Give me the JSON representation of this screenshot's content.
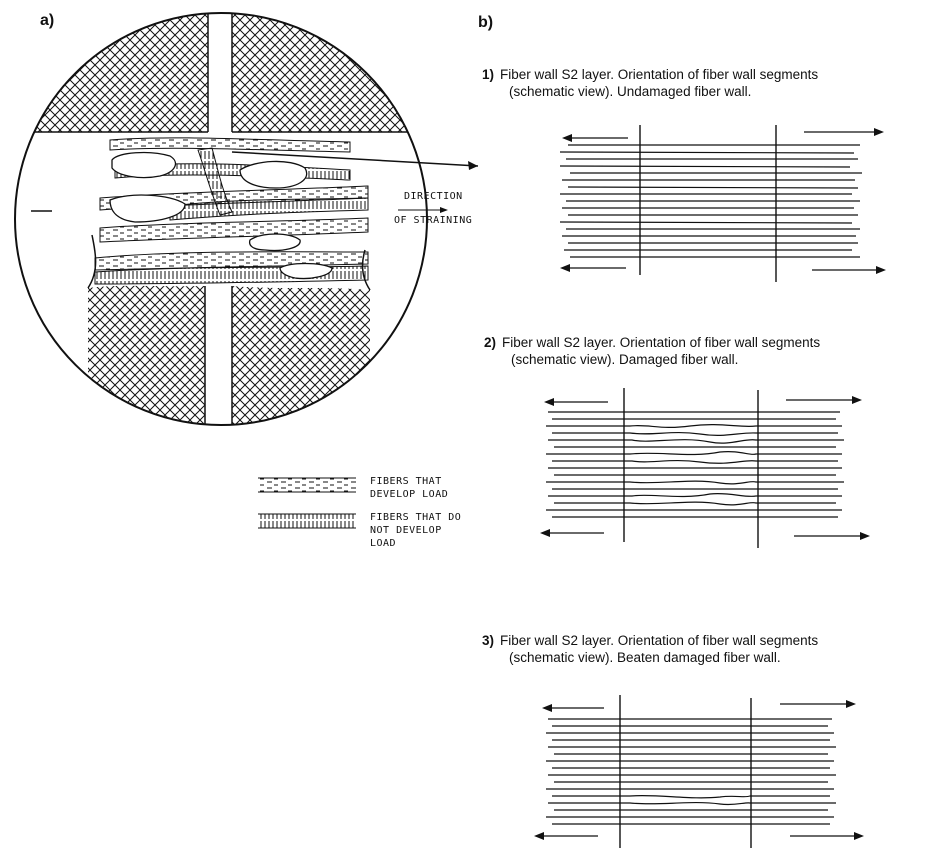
{
  "panel_a": {
    "label": "a)",
    "direction_line1": "DIRECTION",
    "direction_line2": "OF STRAINING",
    "legend": [
      {
        "line1": "FIBERS THAT",
        "line2": "DEVELOP  LOAD"
      },
      {
        "line1": "FIBERS THAT DO",
        "line2": "NOT  DEVELOP",
        "line3": "LOAD"
      }
    ]
  },
  "panel_b": {
    "label": "b)",
    "items": [
      {
        "num": "1)",
        "line1": "Fiber wall S2 layer. Orientation of fiber wall segments",
        "line2": "(schematic view). Undamaged fiber wall."
      },
      {
        "num": "2)",
        "line1": "Fiber wall S2 layer. Orientation of fiber wall segments",
        "line2": "(schematic view). Damaged fiber wall."
      },
      {
        "num": "3)",
        "line1": "Fiber wall S2 layer. Orientation of fiber wall segments",
        "line2": "(schematic view). Beaten damaged fiber wall."
      }
    ]
  }
}
